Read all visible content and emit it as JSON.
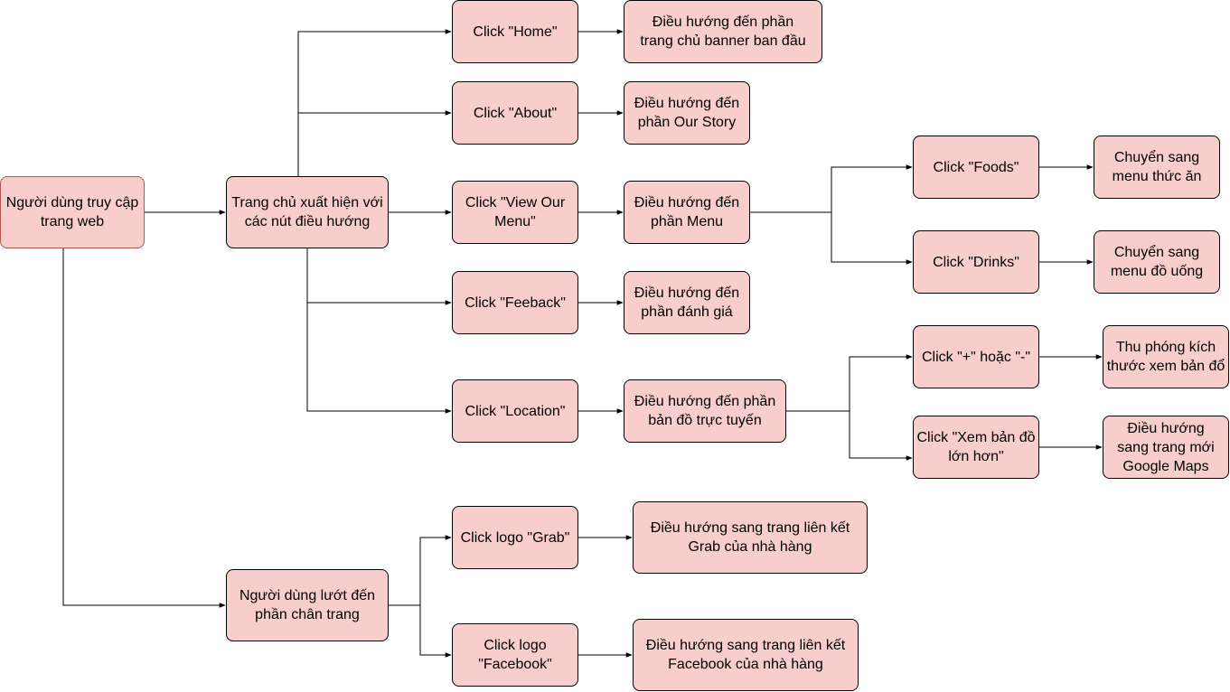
{
  "diagram": {
    "node_fill": "#f8cecc",
    "node_border": "#000000",
    "root_border": "#b85450",
    "nodes": {
      "user_access": "Người dùng truy cập trang web",
      "homepage_nav": "Trang chủ xuất hiện với các nút điều hướng",
      "footer_scroll": "Người dùng lướt đến phần chân trang",
      "click_home": "Click \"Home\"",
      "home_result": "Điều hướng đến phần\ntrang chủ banner ban đầu",
      "click_about": "Click \"About\"",
      "about_result": "Điều hướng đến\nphần Our Story",
      "click_menu": "Click \"View Our Menu\"",
      "menu_result": "Điều hướng đến\nphần Menu",
      "click_foods": "Click \"Foods\"",
      "foods_result": "Chuyển sang\nmenu thức ăn",
      "click_drinks": "Click \"Drinks\"",
      "drinks_result": "Chuyển sang\nmenu đồ uống",
      "click_feedback": "Click \"Feeback\"",
      "feedback_result": "Điều hướng đến\nphần đánh giá",
      "click_location": "Click \"Location\"",
      "location_result": "Điều hướng đến phần\nbản đồ trực tuyến",
      "click_zoom": "Click \"+\" hoặc \"-\"",
      "zoom_result": "Thu phóng kích thước xem bản đổ",
      "click_bigmap": "Click \"Xem bản đồ lớn hơn\"",
      "bigmap_result": "Điều hướng\nsang trang mới\nGoogle Maps",
      "click_grab": "Click logo \"Grab\"",
      "grab_result": "Điều hướng sang trang liên kết\nGrab của nhà hàng",
      "click_facebook": "Click logo\n\"Facebook\"",
      "facebook_result": "Điều hướng sang trang liên kết\nFacebook của nhà hàng"
    }
  }
}
